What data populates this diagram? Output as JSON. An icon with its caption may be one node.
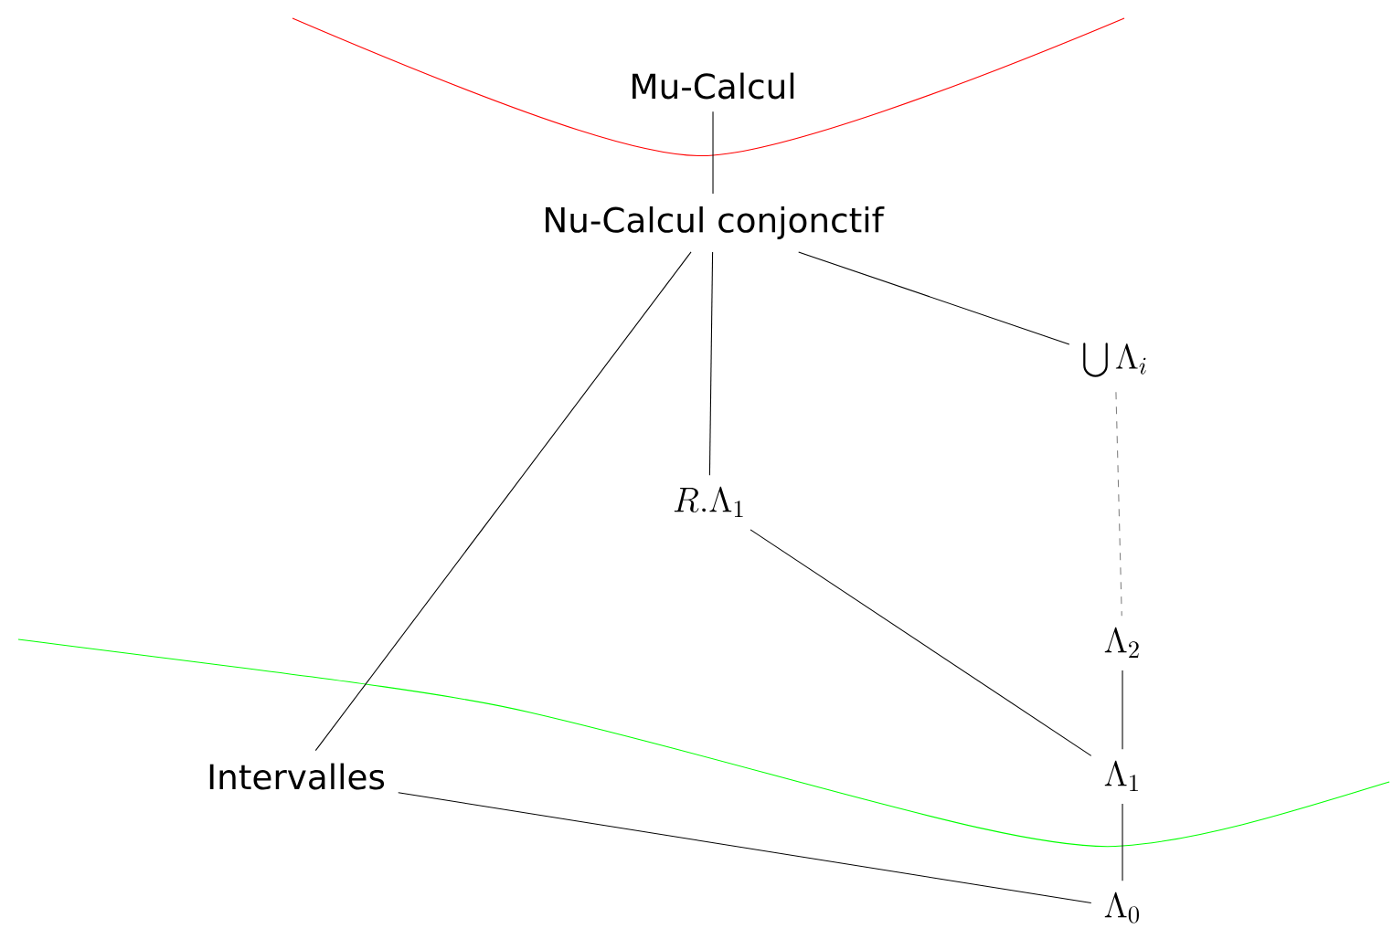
{
  "diagram": {
    "nodes": [
      {
        "text": [
          "Mu-Calcul"
        ]
      },
      {
        "text": [
          "Nu-Calcul conjonctif"
        ]
      },
      {
        "text": [
          "\\bigcup\\Lambda_i"
        ]
      },
      {
        "text": [
          "R.\\Lambda_1"
        ]
      },
      {
        "text": [
          "\\Lambda_2"
        ]
      },
      {
        "text": [
          "\\Lambda_1"
        ]
      },
      {
        "text": [
          "Intervalles"
        ]
      },
      {
        "text": [
          "\\Lambda_0"
        ]
      }
    ],
    "edges": [
      {
        "from": 0,
        "to": 1,
        "arrow": "none"
      },
      {
        "from": 1,
        "to": 2,
        "arrow": "none"
      },
      {
        "from": 1,
        "to": 3,
        "arrow": "none"
      },
      {
        "from": 1,
        "to": 6,
        "arrow": "none"
      },
      {
        "from": 2,
        "to": 4,
        "arrow": "none",
        "style": "dashed",
        "color": "#808080"
      },
      {
        "from": 3,
        "to": 5,
        "arrow": "none"
      },
      {
        "from": 4,
        "to": 5,
        "arrow": "none"
      },
      {
        "from": 5,
        "to": 7,
        "arrow": "none"
      },
      {
        "from": 6,
        "to": 7,
        "arrow": "none"
      }
    ]
  }
}
